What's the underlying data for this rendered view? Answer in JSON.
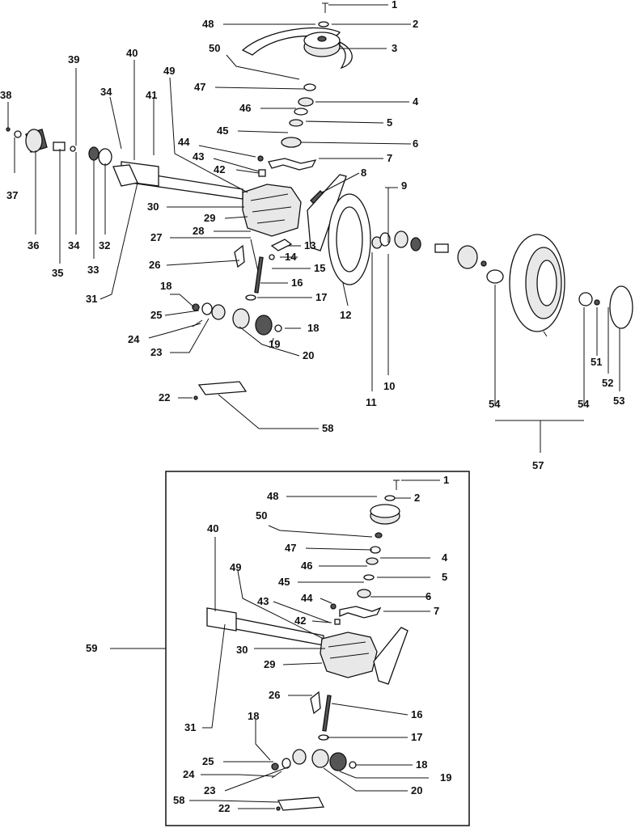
{
  "upper_labels": [
    "1",
    "2",
    "48",
    "3",
    "50",
    "4",
    "47",
    "46",
    "5",
    "45",
    "6",
    "44",
    "7",
    "43",
    "42",
    "8",
    "9",
    "49",
    "30",
    "29",
    "28",
    "27",
    "13",
    "14",
    "26",
    "15",
    "16",
    "17",
    "12",
    "10",
    "11",
    "18",
    "25",
    "24",
    "23",
    "19",
    "20",
    "38",
    "37",
    "36",
    "35",
    "39",
    "34",
    "33",
    "32",
    "40",
    "41",
    "31",
    "22",
    "58",
    "54",
    "57",
    "51",
    "52",
    "53"
  ],
  "lower_labels": [
    "1",
    "2",
    "48",
    "50",
    "4",
    "47",
    "46",
    "5",
    "45",
    "6",
    "44",
    "7",
    "43",
    "42",
    "40",
    "49",
    "30",
    "29",
    "26",
    "16",
    "31",
    "17",
    "18",
    "25",
    "24",
    "23",
    "19",
    "20",
    "58",
    "22"
  ],
  "inset_label": "59"
}
